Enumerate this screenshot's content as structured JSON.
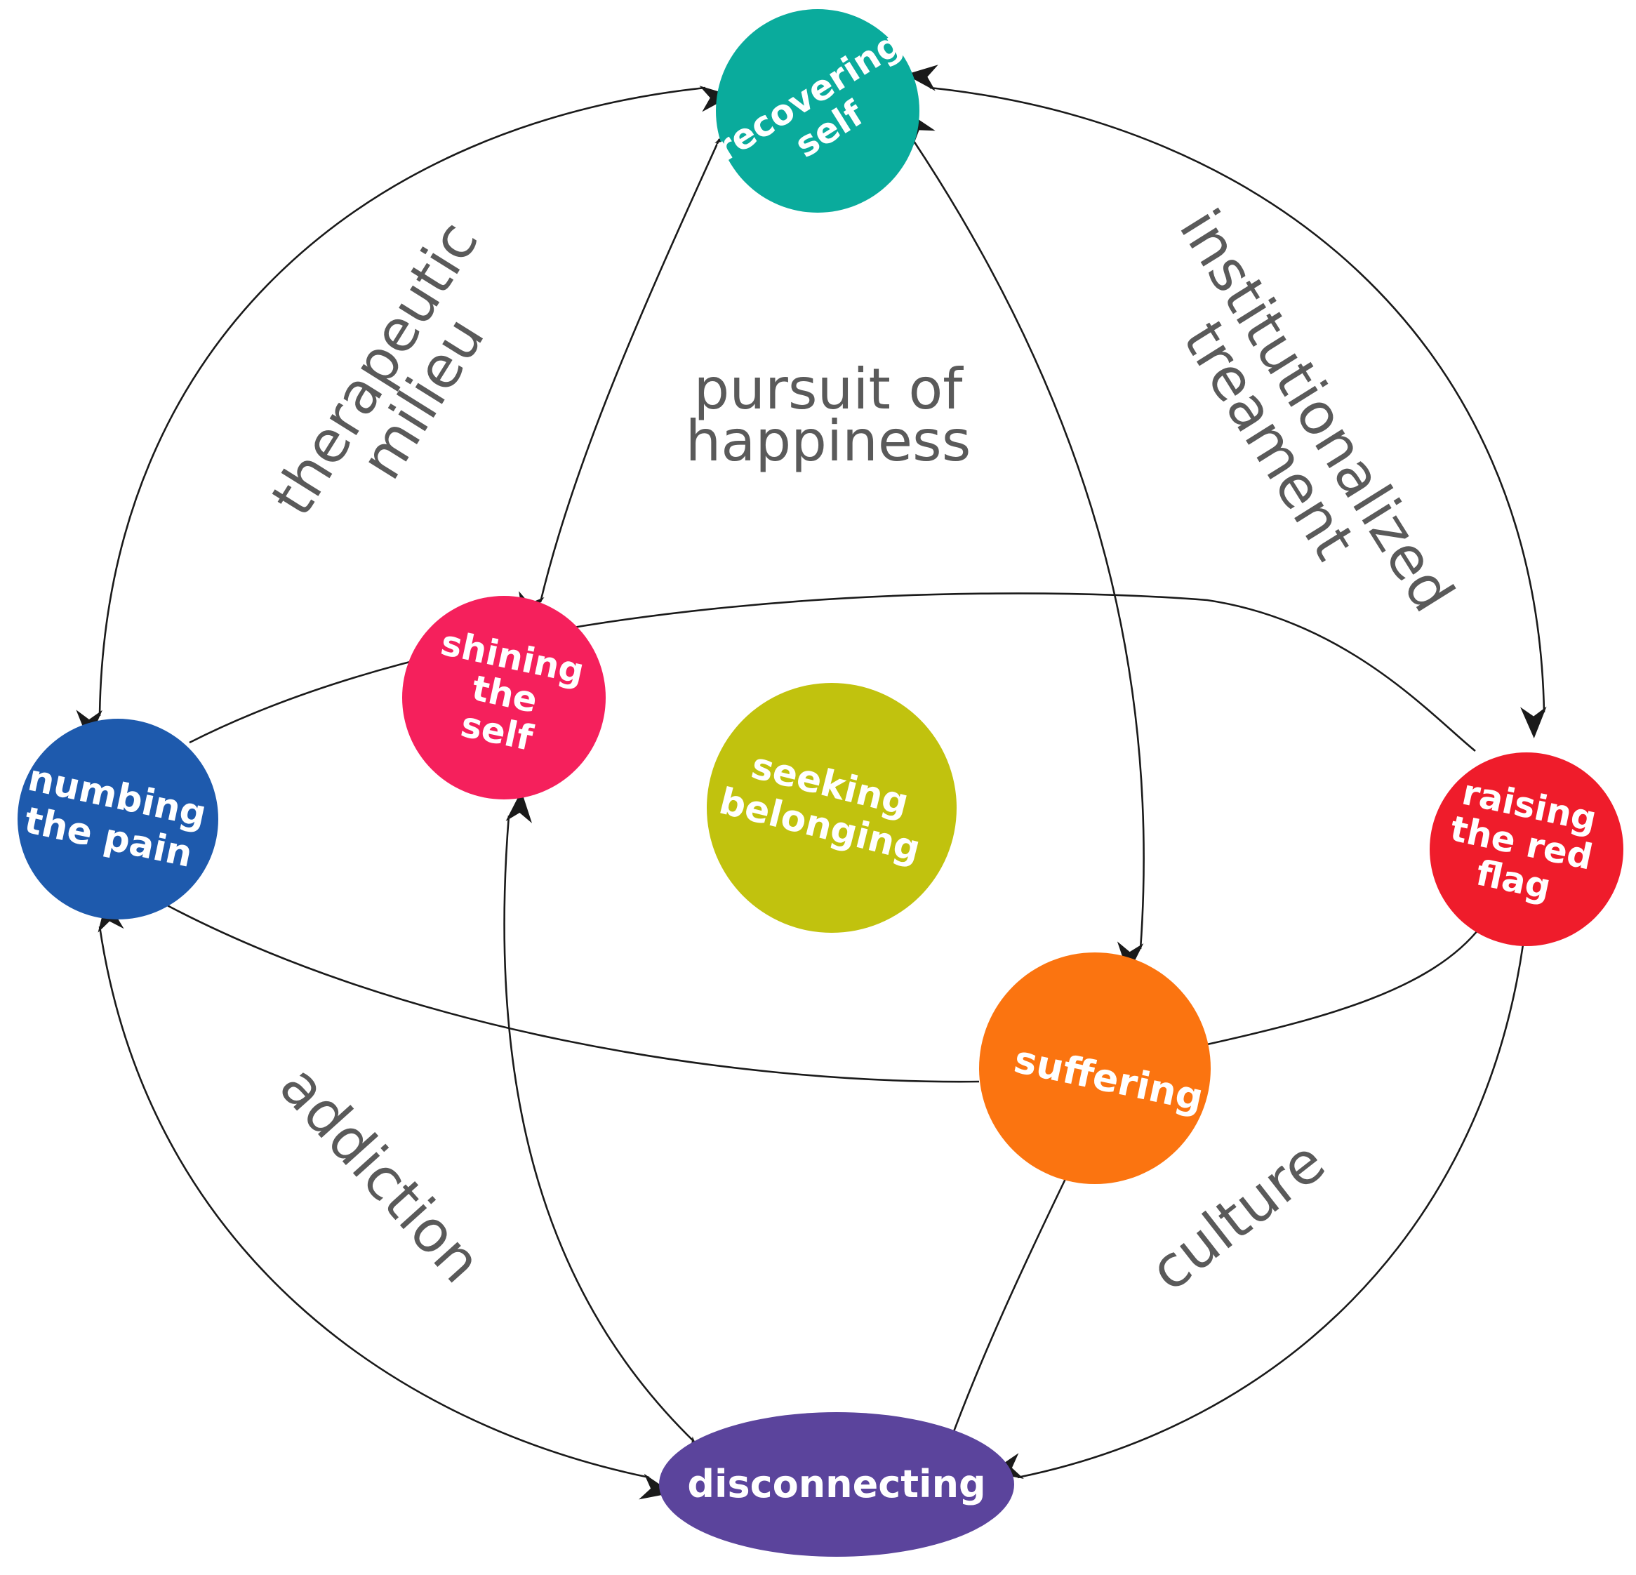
{
  "nodes": {
    "recovering_self": {
      "lines": [
        "recovering",
        "self"
      ],
      "color": "#0aab9c"
    },
    "shining_the_self": {
      "lines": [
        "shining",
        "the",
        "self"
      ],
      "color": "#f5205c"
    },
    "numbing_the_pain": {
      "lines": [
        "numbing",
        "the pain"
      ],
      "color": "#1e5aad"
    },
    "seeking_belonging": {
      "lines": [
        "seeking",
        "belonging"
      ],
      "color": "#c1c20e"
    },
    "raising_the_red_flag": {
      "lines": [
        "raising",
        "the red",
        "flag"
      ],
      "color": "#ef1c2b"
    },
    "suffering": {
      "lines": [
        "suffering"
      ],
      "color": "#fb7410"
    },
    "disconnecting": {
      "lines": [
        "disconnecting"
      ],
      "color": "#5b449c"
    }
  },
  "regions": {
    "therapeutic_milieu": {
      "lines": [
        "therapeutic",
        "milieu"
      ]
    },
    "pursuit_of_happiness": {
      "lines": [
        "pursuit of",
        "happiness"
      ]
    },
    "institutionalized_treament": {
      "lines": [
        "institutionalized",
        "treament"
      ]
    },
    "addiction": {
      "lines": [
        "addiction"
      ]
    },
    "culture": {
      "lines": [
        "culture"
      ]
    }
  },
  "edge_color": "#1a1a1a",
  "arrow_icon": "arrowhead-icon"
}
